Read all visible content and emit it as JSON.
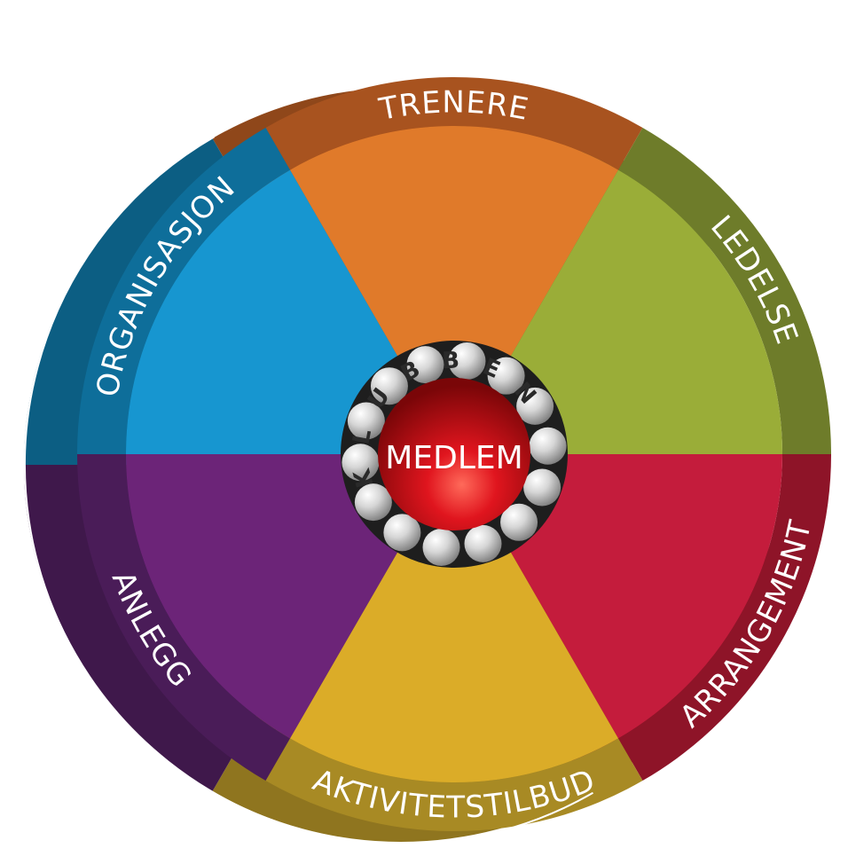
{
  "center": {
    "label": "MEDLEM",
    "ring_text": [
      "K",
      "L",
      "U",
      "B",
      "B",
      "E",
      "N"
    ],
    "color": "#d0141c"
  },
  "segments": [
    {
      "label": "TRENERE",
      "inner_color": "#e07a2a",
      "rim_color": "#a8531f"
    },
    {
      "label": "LEDELSE",
      "inner_color": "#9aad38",
      "rim_color": "#6e7c2a"
    },
    {
      "label": "ARRANGEMENT",
      "inner_color": "#c41c3c",
      "rim_color": "#8e1428"
    },
    {
      "label": "AKTIVITETSTILBUD",
      "inner_color": "#dbac28",
      "rim_color": "#a88a24"
    },
    {
      "label": "ANLEGG",
      "inner_color": "#6c2478",
      "rim_color": "#4a1c58"
    },
    {
      "label": "ORGANISASJON",
      "inner_color": "#1796d0",
      "rim_color": "#0e6e9a"
    }
  ]
}
